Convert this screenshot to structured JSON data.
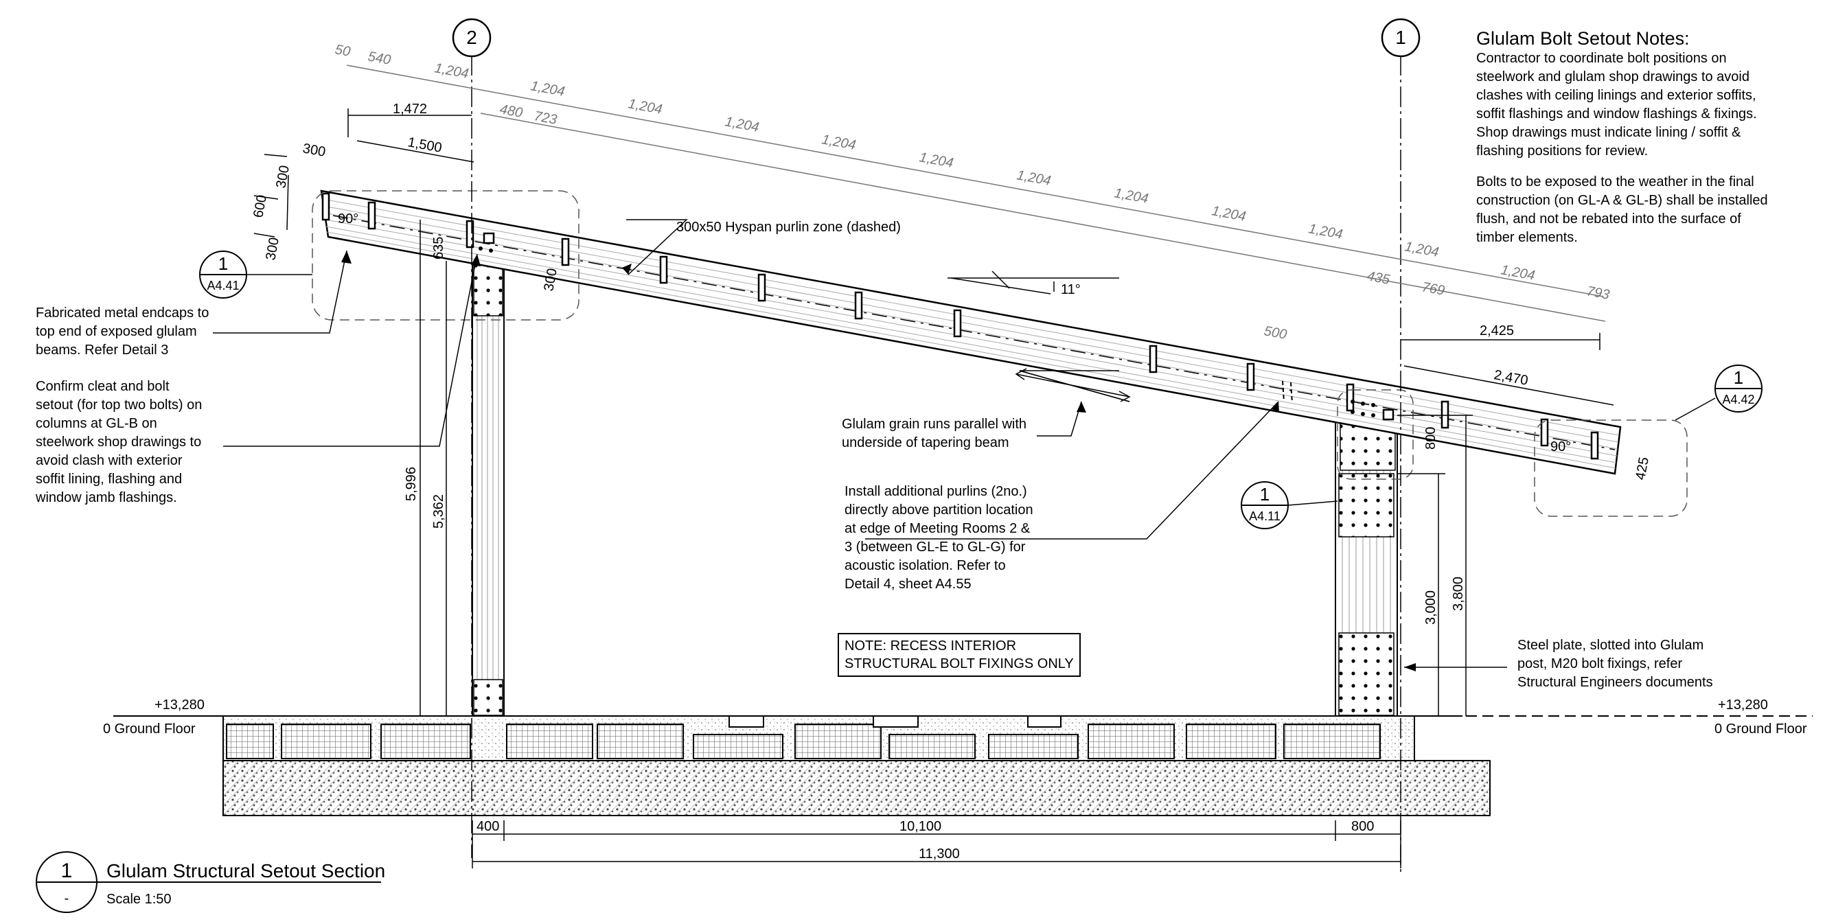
{
  "title": {
    "number": "1",
    "sub": "-",
    "name": "Glulam Structural Setout Section",
    "scale": "Scale 1:50"
  },
  "gridlines": [
    {
      "label": "2"
    },
    {
      "label": "1"
    }
  ],
  "setout_notes": {
    "heading": "Glulam Bolt Setout Notes:",
    "para1": "Contractor to coordinate bolt positions on\nsteelwork and glulam shop drawings to avoid\nclashes with ceiling linings and exterior soffits,\nsoffit flashings and window flashings & fixings.\nShop drawings must indicate lining / soffit &\nflashing positions for review.",
    "para2": "Bolts to be exposed to the weather in the final\nconstruction (on GL-A & GL-B) shall be installed\nflush, and not be rebated into the surface of\ntimber elements."
  },
  "annotations": {
    "endcaps": "Fabricated metal endcaps to\ntop end of exposed glulam\nbeams.  Refer Detail 3",
    "cleat": "Confirm cleat and bolt\nsetout (for top two bolts) on\ncolumns at GL-B on\nsteelwork shop drawings to\navoid clash with exterior\nsoffit lining, flashing and\nwindow jamb flashings.",
    "purlin_zone": "300x50 Hyspan purlin zone (dashed)",
    "grain": "Glulam grain runs parallel with\nunderside of tapering beam",
    "purlins": "Install additional purlins (2no.)\ndirectly above partition location\nat edge of Meeting Rooms 2 &\n3 (between GL-E to GL-G) for\nacoustic isolation.  Refer to\nDetail 4, sheet A4.55",
    "recess": "NOTE: RECESS INTERIOR\nSTRUCTURAL BOLT FIXINGS ONLY",
    "steel_plate": "Steel plate, slotted into Glulam\npost, M20 bolt fixings, refer\nStructural Engineers documents"
  },
  "detail_refs": [
    {
      "num": "1",
      "sheet": "A4.41"
    },
    {
      "num": "1",
      "sheet": "A4.11"
    },
    {
      "num": "1",
      "sheet": "A4.42"
    }
  ],
  "levels": {
    "left_rl": "+13,280",
    "left_name": "0 Ground Floor",
    "right_rl": "+13,280",
    "right_name": "0 Ground Floor"
  },
  "angles": {
    "slope": "11°",
    "left_end": "90°",
    "right_end": "90°"
  },
  "dims_top": {
    "d50": "50",
    "d540": "540",
    "d1204": "1,204",
    "d480": "480",
    "d723": "723",
    "d1472": "1,472",
    "d1500": "1,500",
    "d300": "300",
    "d600": "600",
    "d435": "435",
    "d769": "769",
    "d793": "793",
    "d500": "500",
    "d2425": "2,425",
    "d2470": "2,470",
    "d425": "425",
    "d800": "800",
    "d635": "635"
  },
  "dims_vert": {
    "d5996": "5,996",
    "d5362": "5,362",
    "d3000": "3,000",
    "d3800": "3,800"
  },
  "dims_bottom": {
    "d400": "400",
    "d10100": "10,100",
    "d800": "800",
    "d11300": "11,300"
  }
}
